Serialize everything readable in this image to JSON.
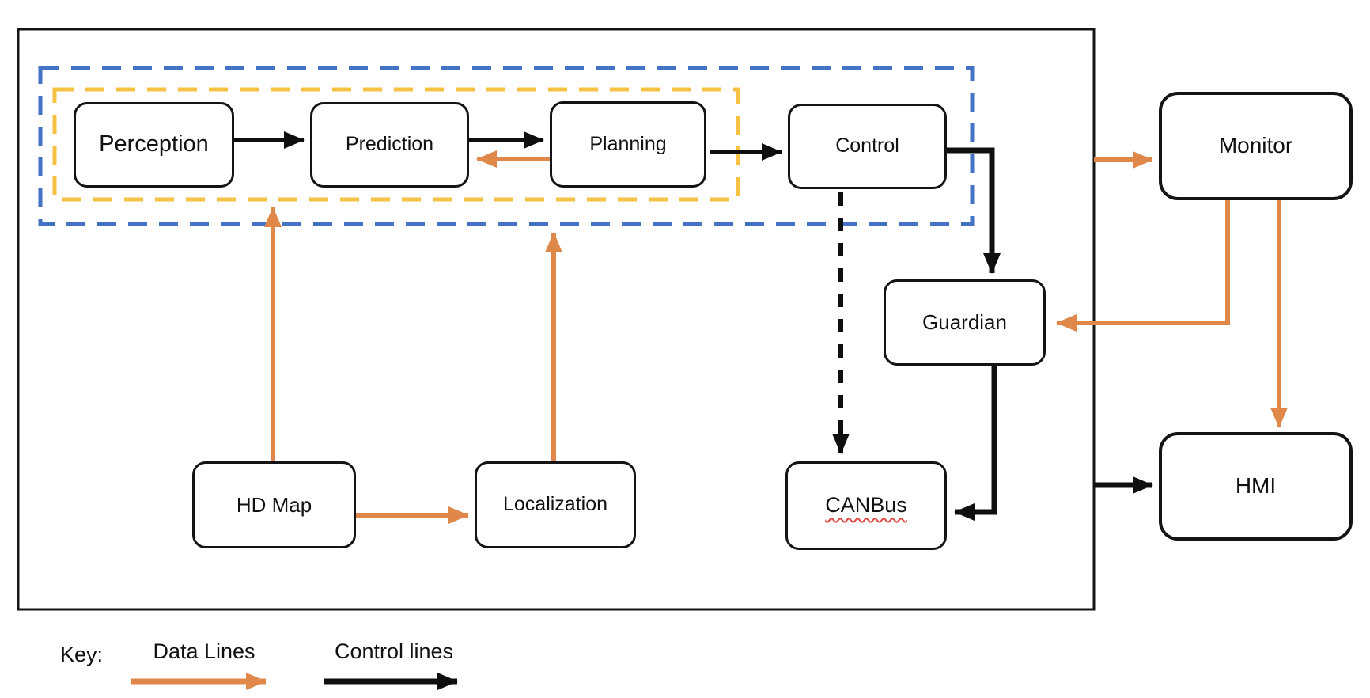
{
  "colors": {
    "data_line": "#E0874A",
    "control_line": "#0F0F0F",
    "group_outer_dashed": "#4472C4",
    "group_inner_dashed": "#F6C244",
    "canbus_underline": "#E0483E",
    "box_border": "#141414",
    "background": "#FFFFFF"
  },
  "diagram": {
    "nodes": {
      "perception": {
        "label": "Perception"
      },
      "prediction": {
        "label": "Prediction"
      },
      "planning": {
        "label": "Planning"
      },
      "control": {
        "label": "Control"
      },
      "guardian": {
        "label": "Guardian"
      },
      "canbus": {
        "label": "CANBus"
      },
      "hd_map": {
        "label": "HD Map"
      },
      "localization": {
        "label": "Localization"
      },
      "monitor": {
        "label": "Monitor"
      },
      "hmi": {
        "label": "HMI"
      }
    },
    "edges": [
      {
        "from": "perception",
        "to": "prediction",
        "type": "control"
      },
      {
        "from": "prediction",
        "to": "planning",
        "type": "control"
      },
      {
        "from": "planning",
        "to": "prediction",
        "type": "data"
      },
      {
        "from": "planning",
        "to": "control",
        "type": "control"
      },
      {
        "from": "control",
        "to": "guardian",
        "type": "control"
      },
      {
        "from": "control",
        "to": "canbus",
        "type": "control",
        "style": "dashed"
      },
      {
        "from": "guardian",
        "to": "canbus",
        "type": "control"
      },
      {
        "from": "hd_map",
        "to": "inner-dashed-group",
        "type": "data"
      },
      {
        "from": "hd_map",
        "to": "localization",
        "type": "data"
      },
      {
        "from": "localization",
        "to": "outer-dashed-group",
        "type": "data"
      },
      {
        "from": "vehicle-box",
        "to": "monitor",
        "type": "data"
      },
      {
        "from": "monitor",
        "to": "guardian",
        "type": "data"
      },
      {
        "from": "monitor",
        "to": "hmi",
        "type": "data"
      },
      {
        "from": "vehicle-box",
        "to": "hmi",
        "type": "control"
      }
    ],
    "key": {
      "title": "Key:",
      "data_lines_label": "Data Lines",
      "control_lines_label": "Control lines"
    }
  }
}
